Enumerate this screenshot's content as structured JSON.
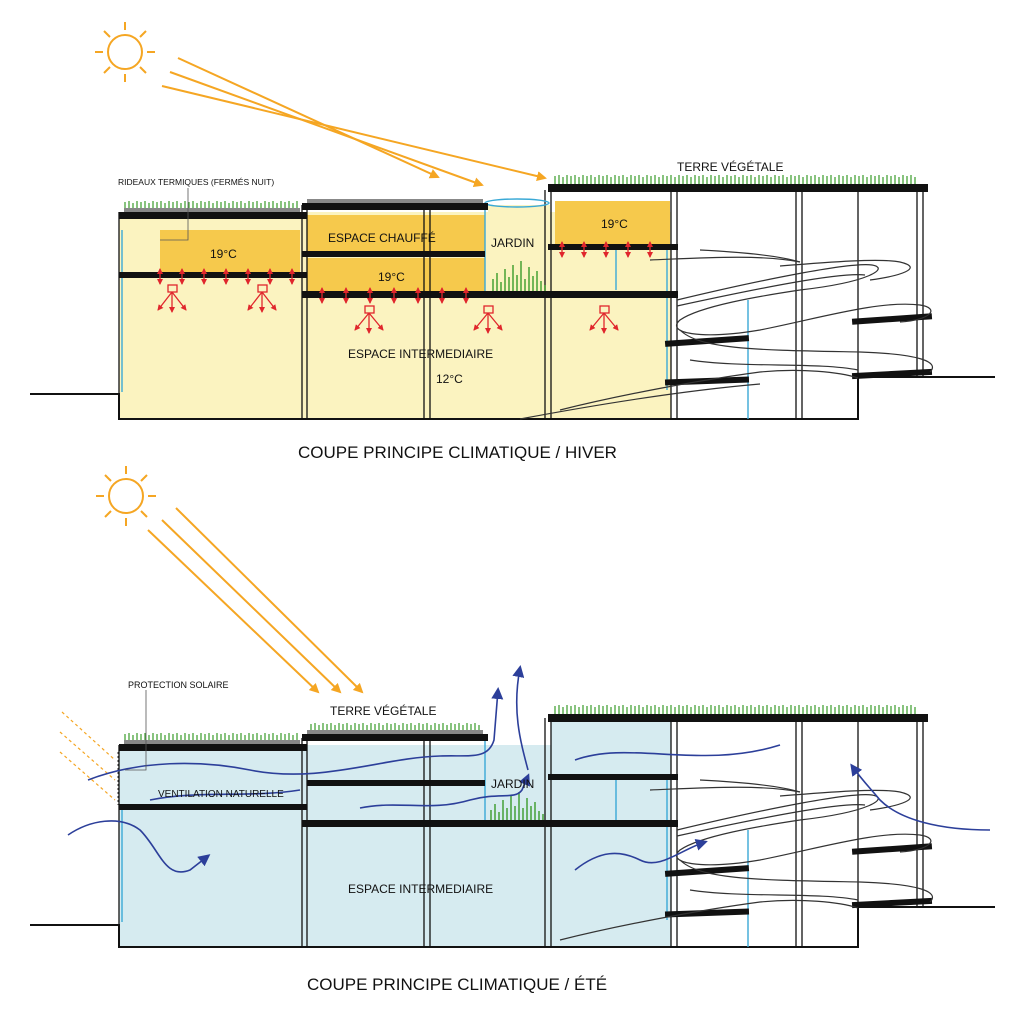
{
  "colors": {
    "sun": "#f5a623",
    "heated": "#f6c94c",
    "intermediate": "#fbf3c0",
    "summer_fill": "#d6ebf0",
    "glass": "#3aa9d6",
    "wind": "#2c3f9a",
    "heat": "#e0262c",
    "green": "#3a9b2a",
    "structure": "#111111"
  },
  "winter": {
    "caption": "COUPE PRINCIPE CLIMATIQUE / HIVER",
    "curtains_note": "RIDEAUX TERMIQUES (FERMÉS NUIT)",
    "roof_soil": "TERRE VÉGÉTALE",
    "heated_space": "ESPACE CHAUFFÉ",
    "temp_left": "19°C",
    "temp_middle": "19°C",
    "temp_right": "19°C",
    "garden": "JARDIN",
    "intermediate_space": "ESPACE INTERMEDIAIRE",
    "intermediate_temp": "12°C"
  },
  "summer": {
    "caption": "COUPE PRINCIPE CLIMATIQUE / ÉTÉ",
    "sun_protection": "PROTECTION SOLAIRE",
    "roof_soil": "TERRE VÉGÉTALE",
    "natural_ventilation": "VENTILATION NATURELLE",
    "garden": "JARDIN",
    "intermediate_space": "ESPACE INTERMEDIAIRE"
  }
}
